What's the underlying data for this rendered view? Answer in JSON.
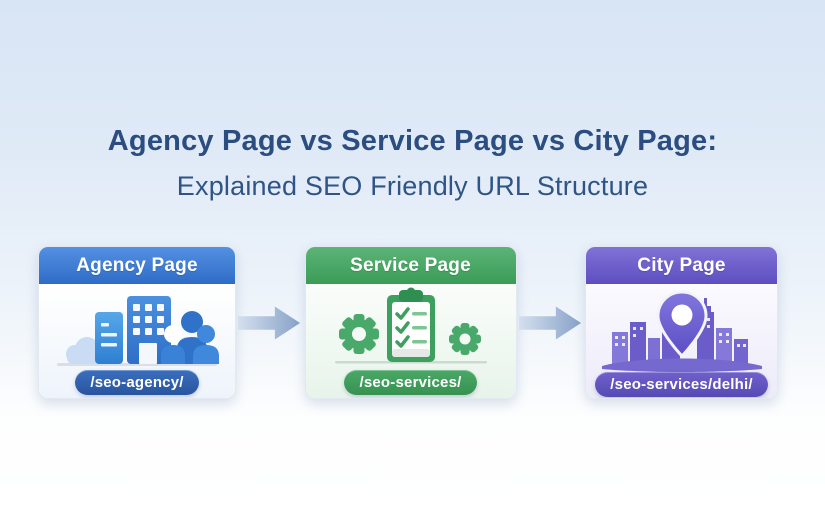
{
  "title": {
    "line1": "Agency Page vs Service Page vs City Page:",
    "line2": "Explained SEO Friendly URL Structure"
  },
  "cards": [
    {
      "id": "agency",
      "label": "Agency Page",
      "url": "/seo-agency/",
      "icon": "agency-buildings-people-icon",
      "header_color": "#3b77d0",
      "pill_color": "#2d5fae"
    },
    {
      "id": "service",
      "label": "Service Page",
      "url": "/seo-services/",
      "icon": "checklist-gears-icon",
      "header_color": "#43a55f",
      "pill_color": "#3f9e5a"
    },
    {
      "id": "city",
      "label": "City Page",
      "url": "/seo-services/delhi/",
      "icon": "city-skyline-location-pin-icon",
      "header_color": "#6a5ec8",
      "pill_color": "#6152bd"
    }
  ],
  "arrows": [
    {
      "name": "flow-arrow-1",
      "direction": "right"
    },
    {
      "name": "flow-arrow-2",
      "direction": "right"
    }
  ],
  "colors": {
    "background_top": "#d8e5f5",
    "background_bottom": "#ffffff",
    "title_text": "#2b4d80",
    "arrow_gradient_start": "#d4dfee",
    "arrow_gradient_end": "#87a2c8"
  }
}
